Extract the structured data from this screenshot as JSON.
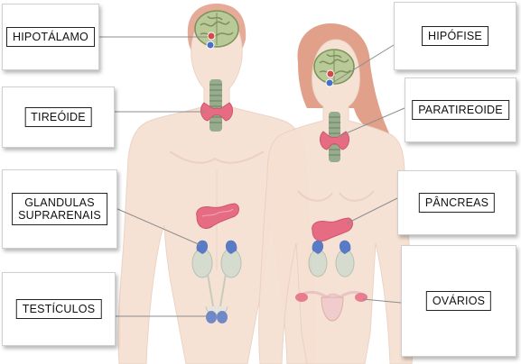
{
  "labels": {
    "hipotalamo": "HIPOTÁLAMO",
    "tireoide": "TIREÓIDE",
    "suprarrenais_line1": "GLANDULAS",
    "suprarrenais_line2": "SUPRARENAIS",
    "testiculos": "TESTÍCULOS",
    "hipofise": "HIPÓFISE",
    "paratireoide": "PARATIREOIDE",
    "pancreas": "PÂNCREAS",
    "ovarios": "OVÁRIOS"
  },
  "colors": {
    "skin": "#f6e0d2",
    "skin_shadow": "#e9c8b6",
    "hair": "#d8866a",
    "brain": "#b4c690",
    "brain_fold": "#6f8a4c",
    "trachea": "#8fa583",
    "gland_pink": "#e4607a",
    "adrenal_blue": "#4c6fc0",
    "kidney": "#d3d8cd",
    "pituitary_red": "#d23a3a",
    "pituitary_blue": "#3b63c4",
    "leader_line": "#8c8c8c"
  }
}
